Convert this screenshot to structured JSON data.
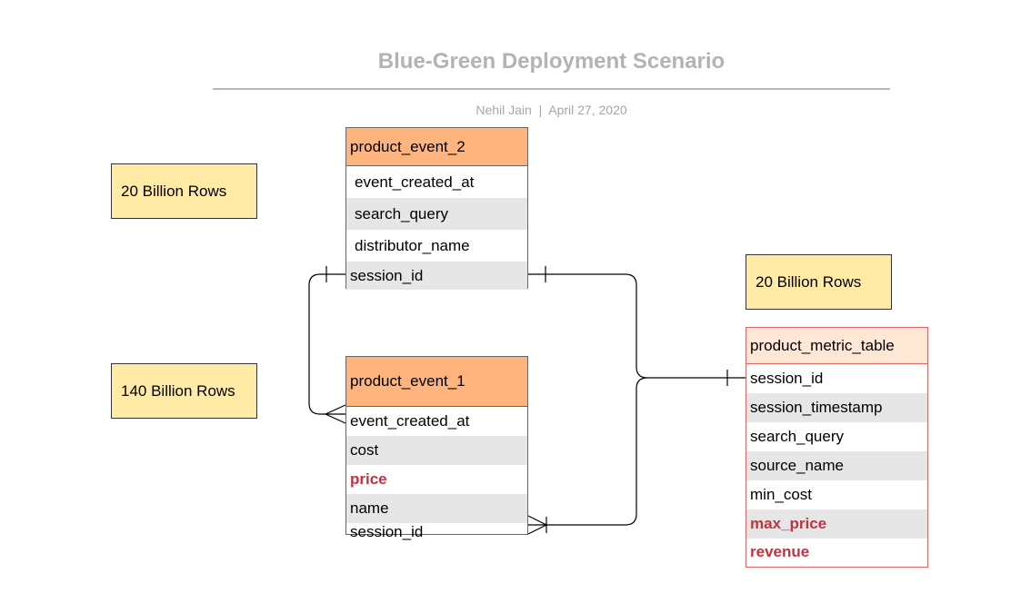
{
  "header": {
    "title": "Blue-Green Deployment Scenario",
    "author": "Nehil Jain",
    "separator": "|",
    "date": "April 27, 2020"
  },
  "notes": [
    {
      "text": "20 Billion Rows"
    },
    {
      "text": "140 Billion Rows"
    },
    {
      "text": "20 Billion Rows"
    }
  ],
  "entities": {
    "product_event_2": {
      "name": "product_event_2",
      "fields": [
        "event_created_at",
        "search_query",
        "distributor_name",
        "session_id"
      ]
    },
    "product_event_1": {
      "name": "product_event_1",
      "fields": [
        "event_created_at",
        "cost",
        "price",
        "name",
        "session_id"
      ]
    },
    "product_metric_table": {
      "name": "product_metric_table",
      "fields": [
        "session_id",
        "session_timestamp",
        "search_query",
        "source_name",
        "min_cost",
        "max_price",
        "revenue"
      ]
    }
  },
  "colors": {
    "entity_header": "#ffb47e",
    "metric_header": "#ffe7d6",
    "note_fill": "#ffeaa6",
    "highlight_text": "#c9303e",
    "row_shade": "#e6e6e6",
    "connector": "#000000"
  }
}
